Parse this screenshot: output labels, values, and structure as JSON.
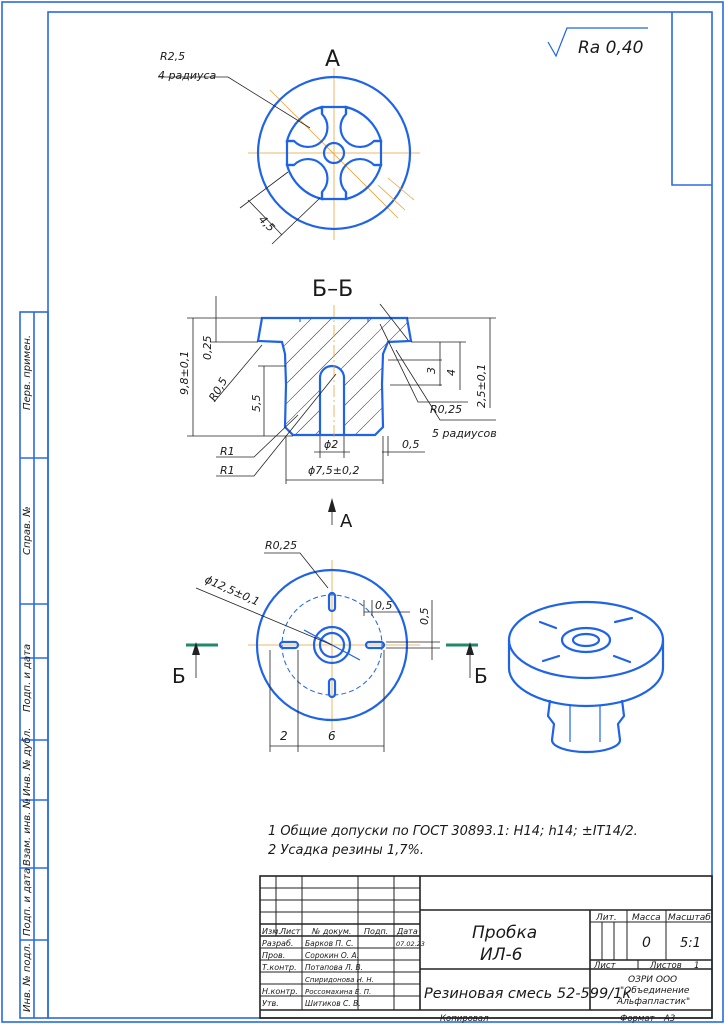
{
  "roughness": "Ra 0,40",
  "view_a_title": "А",
  "section_title": "Б–Б",
  "view_a_arrow": "А",
  "section_mark_left": "Б",
  "section_mark_right": "Б",
  "dims": {
    "r25": "R2,5",
    "four_radii": "4 радиуса",
    "d45": "4,5",
    "h98": "9,8±0,1",
    "d025": "0,25",
    "r05": "R0,5",
    "d55": "5,5",
    "r1a": "R1",
    "r1b": "R1",
    "phi2": "ϕ2",
    "phi75": "ϕ7,5±0,2",
    "d3": "3",
    "d4": "4",
    "h25": "2,5±0,1",
    "r025": "R0,25",
    "five_radii": "5 радиусов",
    "d05": "0,5",
    "r025b": "R0,25",
    "phi125": "ϕ12,5±0,1",
    "d05b": "0,5",
    "d05c": "0,5",
    "d2": "2",
    "d6": "6"
  },
  "notes": [
    "1 Общие допуски по ГОСТ 30893.1: H14; h14; ±IT14/2.",
    "2 Усадка резины 1,7%."
  ],
  "side_labels": [
    "Перв. примен.",
    "Справ. №",
    "Подп. и дата",
    "Инв. № дубл.",
    "Взам. инв. №",
    "Подп. и дата",
    "Инв. № подл."
  ],
  "title_block": {
    "name_line1": "Пробка",
    "name_line2": "ИЛ-6",
    "material": "Резиновая смесь 52-599/1к",
    "hdr_lit": "Лит.",
    "hdr_mass": "Масса",
    "hdr_scale": "Масштаб",
    "mass": "0",
    "scale": "5:1",
    "sheet_label": "Лист",
    "sheets_label": "Листов",
    "sheets": "1",
    "org1": "ОЗРИ ООО",
    "org2": "\"Объединение",
    "org3": "Альфапластик\"",
    "copied": "Копировал",
    "format_label": "Формат",
    "format": "А3",
    "cols": [
      "Изм.",
      "Лист",
      "№ докум.",
      "Подп.",
      "Дата"
    ],
    "date": "07.02.23",
    "roles": [
      "Разраб.",
      "Пров.",
      "Т.контр.",
      "",
      "Н.контр.",
      "Утв."
    ],
    "people": [
      "Барков П. С.",
      "Сорокин О. А.",
      "Потапова Л. В.",
      "Спиридонова Н. Н.",
      "Россомахина Е. П.",
      "Шитиков С. В."
    ]
  }
}
